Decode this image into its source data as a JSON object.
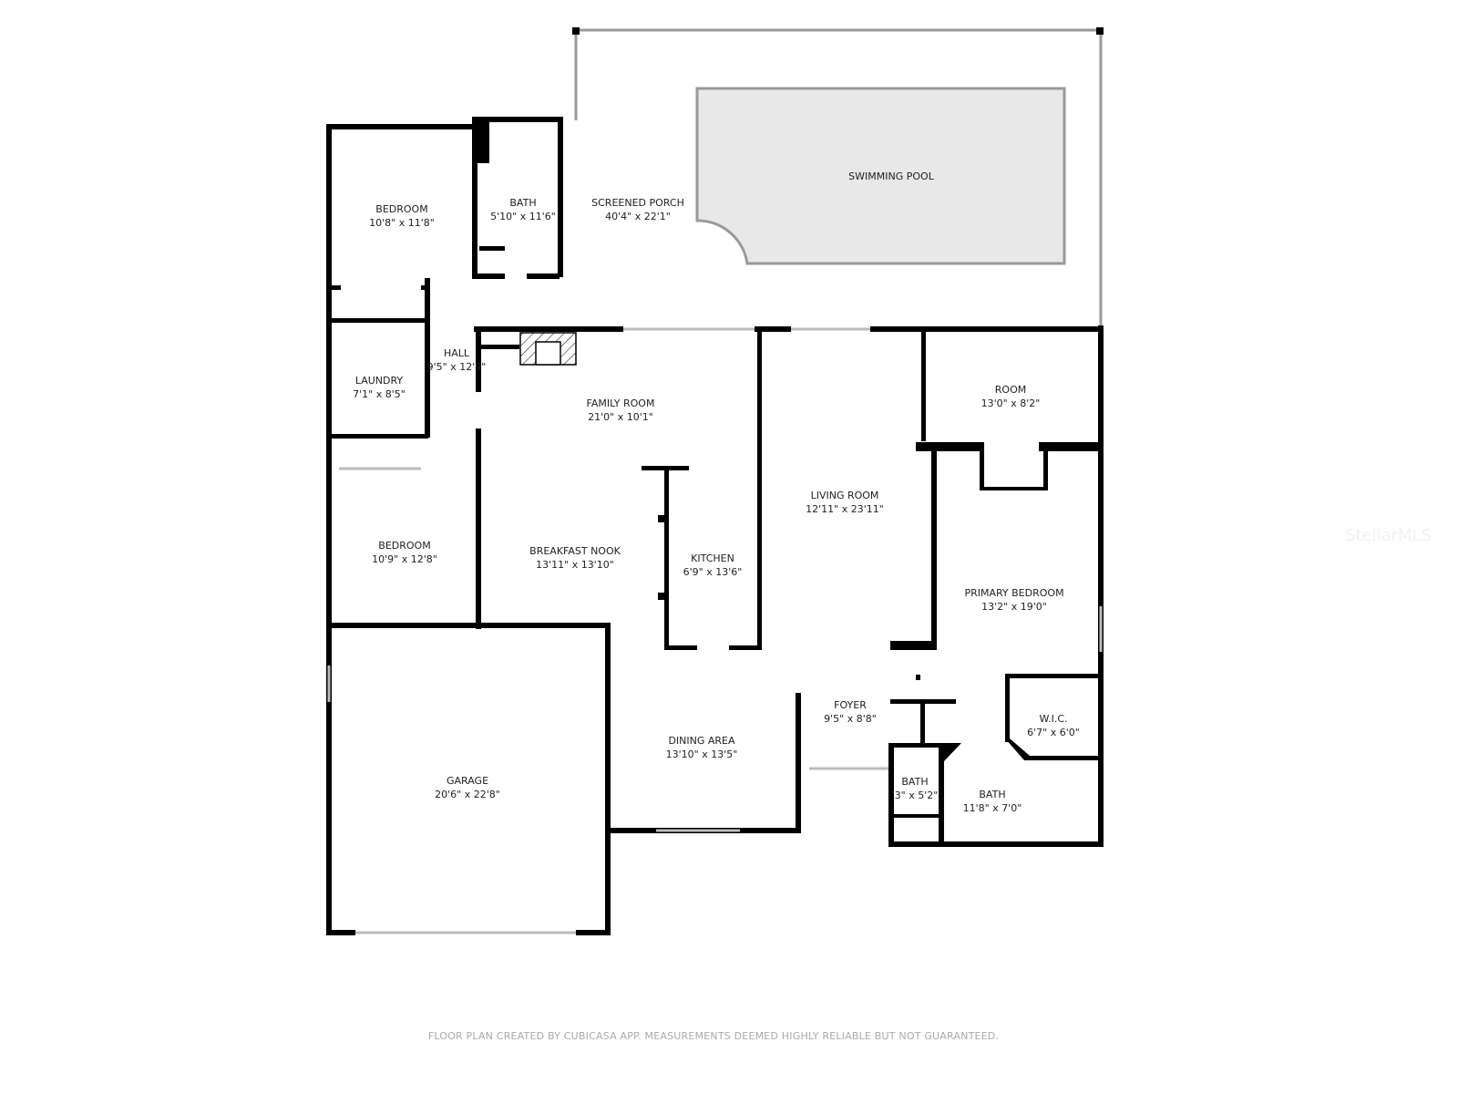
{
  "rooms": {
    "swimming_pool": {
      "name": "SWIMMING POOL"
    },
    "screened_porch": {
      "name": "SCREENED PORCH",
      "size": "40'4\" x 22'1\""
    },
    "bedroom_1": {
      "name": "BEDROOM",
      "size": "10'8\" x 11'8\""
    },
    "bath_1": {
      "name": "BATH",
      "size": "5'10\" x 11'6\""
    },
    "hall": {
      "name": "HALL",
      "size": "9'5\" x 12'9\""
    },
    "laundry": {
      "name": "LAUNDRY",
      "size": "7'1\" x 8'5\""
    },
    "family_room": {
      "name": "FAMILY ROOM",
      "size": "21'0\" x 10'1\""
    },
    "room": {
      "name": "ROOM",
      "size": "13'0\" x 8'2\""
    },
    "living_room": {
      "name": "LIVING ROOM",
      "size": "12'11\" x 23'11\""
    },
    "bedroom_2": {
      "name": "BEDROOM",
      "size": "10'9\" x 12'8\""
    },
    "breakfast_nook": {
      "name": "BREAKFAST NOOK",
      "size": "13'11\" x 13'10\""
    },
    "kitchen": {
      "name": "KITCHEN",
      "size": "6'9\" x 13'6\""
    },
    "primary_bedroom": {
      "name": "PRIMARY BEDROOM",
      "size": "13'2\" x 19'0\""
    },
    "foyer": {
      "name": "FOYER",
      "size": "9'5\" x 8'8\""
    },
    "wic": {
      "name": "W.I.C.",
      "size": "6'7\" x 6'0\""
    },
    "dining_area": {
      "name": "DINING AREA",
      "size": "13'10\" x 13'5\""
    },
    "garage": {
      "name": "GARAGE",
      "size": "20'6\" x 22'8\""
    },
    "bath_2": {
      "name": "BATH",
      "size": "'3\" x 5'2\""
    },
    "bath_3": {
      "name": "BATH",
      "size": "11'8\" x 7'0\""
    }
  },
  "watermark": "StellarMLS",
  "footer": "FLOOR PLAN CREATED BY CUBICASA APP. MEASUREMENTS DEEMED HIGHLY RELIABLE BUT NOT GUARANTEED.",
  "colors": {
    "wall": "#000000",
    "pool_fill": "#e8e8e8",
    "window": "#bbbbbb"
  }
}
